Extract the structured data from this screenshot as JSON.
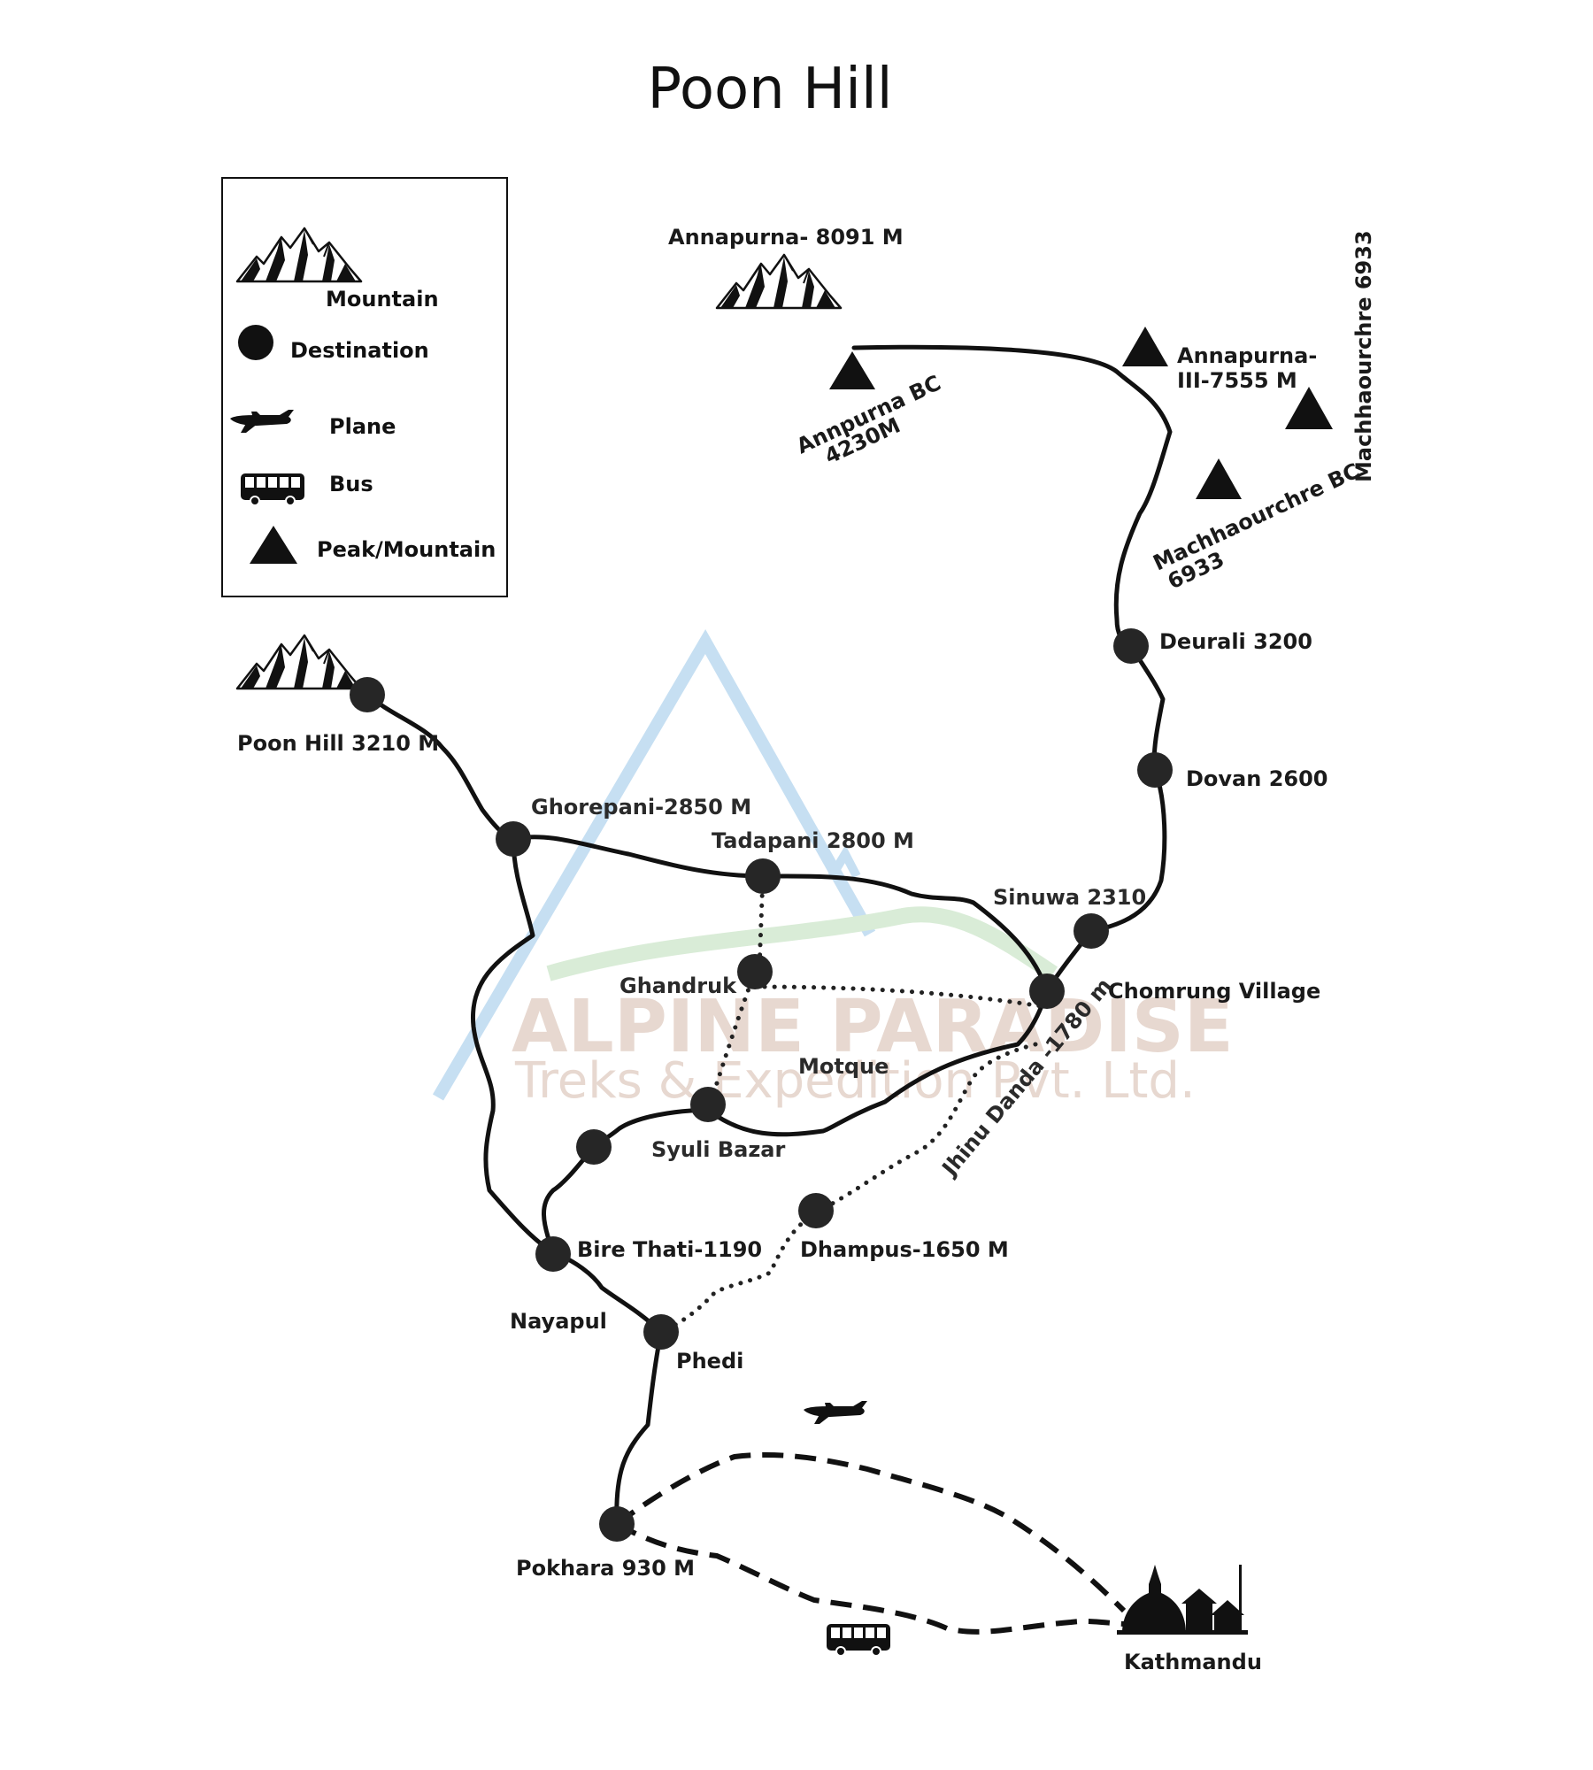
{
  "title": "Poon Hill",
  "legend": {
    "mountain": "Mountain",
    "destination": "Destination",
    "plane": "Plane",
    "bus": "Bus",
    "peak": "Peak/Mountain"
  },
  "watermark": {
    "line1": "ALPINE PARADISE",
    "line2": "Treks & Expedition Pvt. Ltd."
  },
  "peaks": {
    "annapurna": "Annapurna- 8091 M",
    "abc_1": "Annpurna BC",
    "abc_2": "4230M",
    "a3_1": "Annapurna-",
    "a3_2": "III-7555 M",
    "mbc_1": "Machhaourchre BC",
    "mbc_2": "6933",
    "machha": "Machhaourchre 6933"
  },
  "places": {
    "poon_hill": "Poon Hill 3210 M",
    "ghorepani": "Ghorepani-2850 M",
    "tadapani": "Tadapani 2800 M",
    "ghandruk": "Ghandruk",
    "deurali": "Deurali 3200",
    "dovan": "Dovan 2600",
    "sinuwa": "Sinuwa 2310",
    "chomrung": "Chomrung Village",
    "motque": "Motque",
    "jhinu": "Jhinu Danda -1780 m",
    "syuli": "Syuli Bazar",
    "bire_thati": "Bire Thati-1190",
    "dhampus": "Dhampus-1650 M",
    "nayapul": "Nayapul",
    "phedi": "Phedi",
    "pokhara": "Pokhara 930 M",
    "kathmandu": "Kathmandu"
  },
  "icons": [
    "mountain-icon",
    "destination-dot-icon",
    "plane-icon",
    "bus-icon",
    "peak-triangle-icon",
    "stupa-skyline-icon"
  ]
}
